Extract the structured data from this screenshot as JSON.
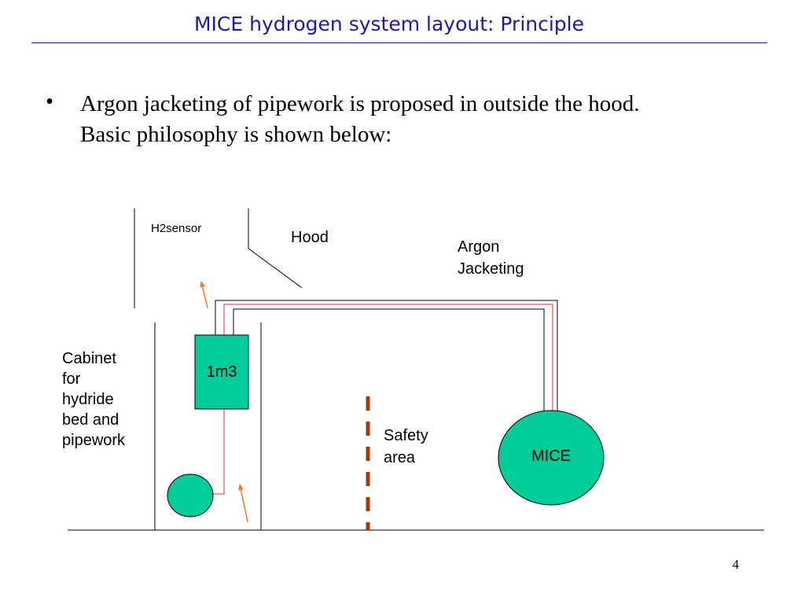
{
  "slide": {
    "title": "MICE hydrogen system layout: Principle",
    "bullet": {
      "marker": "•",
      "lines": [
        "Argon jacketing of pipework is proposed in outside the hood.",
        "Basic philosophy is shown below:"
      ]
    },
    "page_number": "4"
  },
  "diagram": {
    "labels": {
      "h2sensor": "H2sensor",
      "hood": "Hood",
      "argon_jacketing": [
        "Argon",
        "Jacketing"
      ],
      "cabinet": [
        "Cabinet",
        "for",
        "hydride",
        "bed and",
        "pipework"
      ],
      "safety_area": [
        "Safety",
        "area"
      ],
      "tank": "1m3",
      "mice": "MICE"
    },
    "colors": {
      "vessel_fill": "#00cc99",
      "pipe_inner": "#e03030",
      "arrow": "#f07830",
      "safety_dash": "#a03a0a",
      "lines": "#000000"
    }
  }
}
